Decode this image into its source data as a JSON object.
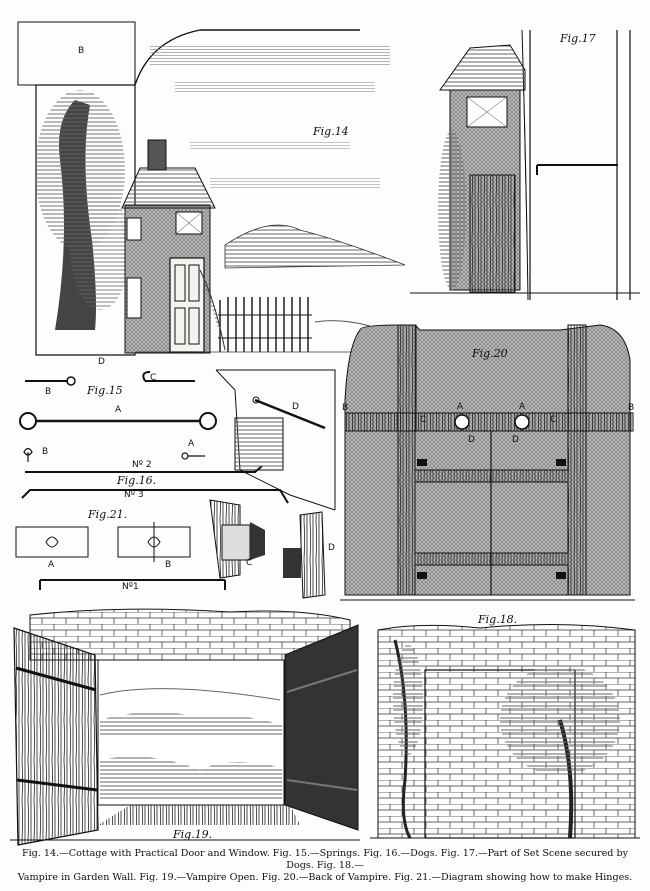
{
  "figures": {
    "fig14": {
      "label": "Fig.14",
      "letter_b": "B",
      "letter_d": "D"
    },
    "fig15": {
      "label": "Fig.15",
      "letter_b": "B",
      "letter_c": "C"
    },
    "fig16": {
      "label": "Fig.16.",
      "letter_a": "A",
      "letter_b": "B",
      "letter_a2": "A",
      "no2": "Nº 2",
      "no3": "Nº 3"
    },
    "fig17": {
      "label": "Fig.17",
      "letter_d": "D"
    },
    "fig18": {
      "label": "Fig.18."
    },
    "fig19": {
      "label": "Fig.19."
    },
    "fig20": {
      "label": "Fig.20",
      "letter_a": "A",
      "letter_a2": "A",
      "letter_b": "B",
      "letter_b2": "B",
      "letter_c": "C",
      "letter_c2": "C",
      "letter_d": "D",
      "letter_d2": "D"
    },
    "fig21": {
      "label": "Fig.21.",
      "letter_a": "A",
      "letter_b": "B",
      "letter_c": "C",
      "letter_d": "D",
      "no1": "Nº1"
    }
  },
  "caption": {
    "line1": "Fig. 14.—Cottage with Practical Door and Window. Fig. 15.—Springs. Fig. 16.—Dogs. Fig. 17.—Part of Set Scene secured by Dogs. Fig. 18.—",
    "line2": "Vampire in Garden Wall. Fig. 19.—Vampire Open. Fig. 20.—Back of Vampire. Fig. 21.—Diagram showing how to make Hinges."
  },
  "colors": {
    "ink": "#111111",
    "paper": "#fdfdfb",
    "hatch": "#555555"
  }
}
